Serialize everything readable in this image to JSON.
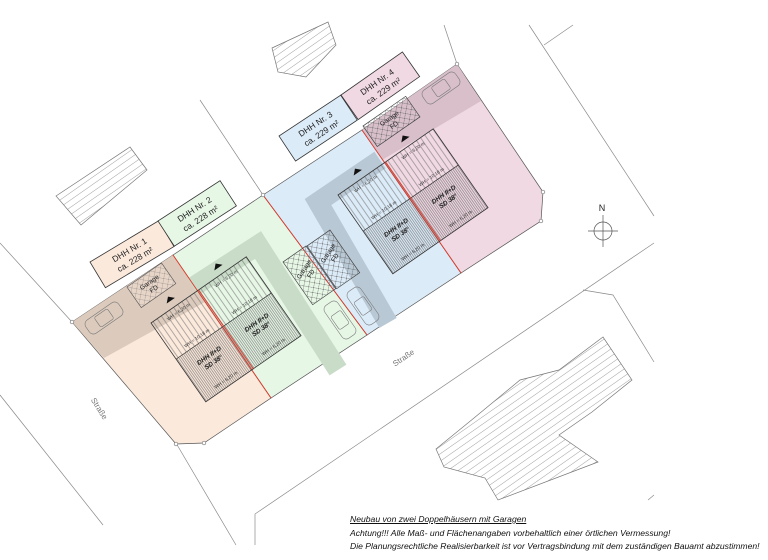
{
  "colors": {
    "plot1": "#fbe9dc",
    "plot2": "#e7f7e6",
    "plot3": "#dcebf8",
    "plot4": "#f1d9e3",
    "boundary_divider": "#e03a2a",
    "drive1": "#dccbbd",
    "drive4": "#d8bfca",
    "path2": "#c9dcc8",
    "path3": "#b9c8d5",
    "lines": "#8a8a8a"
  },
  "plots": [
    {
      "label": "DHH Nr. 1",
      "area": "ca. 228 m²"
    },
    {
      "label": "DHH Nr. 2",
      "area": "ca. 228 m²"
    },
    {
      "label": "DHH Nr. 3",
      "area": "ca. 229 m²"
    },
    {
      "label": "DHH Nr. 4",
      "area": "ca. 229 m²"
    }
  ],
  "houses": [
    {
      "wh_top": "WH = 6,20 m",
      "wh_mid": "WH = 10,18 m",
      "type": "DHH  II+D",
      "roof": "SD 38°",
      "wh_bottom": "WH = 6,20 m"
    },
    {
      "wh_top": "WH = 6,20 m",
      "wh_mid": "WH = 10,18 m",
      "type": "DHH  II+D",
      "roof": "SD 38°",
      "wh_bottom": "WH = 6,20 m"
    },
    {
      "wh_top": "WH = 6,20 m",
      "wh_mid": "WH = 10,18 m",
      "type": "DHH  II+D",
      "roof": "SD 38°",
      "wh_bottom": "WH = 6,20 m"
    },
    {
      "wh_top": "WH = 6,20 m",
      "wh_mid": "WH = 10,18 m",
      "type": "DHH  II+D",
      "roof": "SD 38°",
      "wh_bottom": "WH = 6,20 m"
    }
  ],
  "garages": [
    {
      "line1": "Garage",
      "line2": "FD"
    },
    {
      "line1": "Garage",
      "line2": "FD"
    },
    {
      "line1": "Garage",
      "line2": "FD"
    },
    {
      "line1": "Garage",
      "line2": "FD"
    }
  ],
  "streets": [
    "Straße",
    "Straße"
  ],
  "compass": {
    "label": "N"
  },
  "notes": {
    "title": "Neubau von zwei Doppelhäusern mit Garagen",
    "line1": "Achtung!!! Alle Maß- und Flächenangaben vorbehaltlich einer örtlichen Vermessung!",
    "line2": "Die Planungsrechtliche Realisierbarkeit ist vor Vertragsbindung mit dem zuständigen Bauamt abzustimmen!"
  }
}
